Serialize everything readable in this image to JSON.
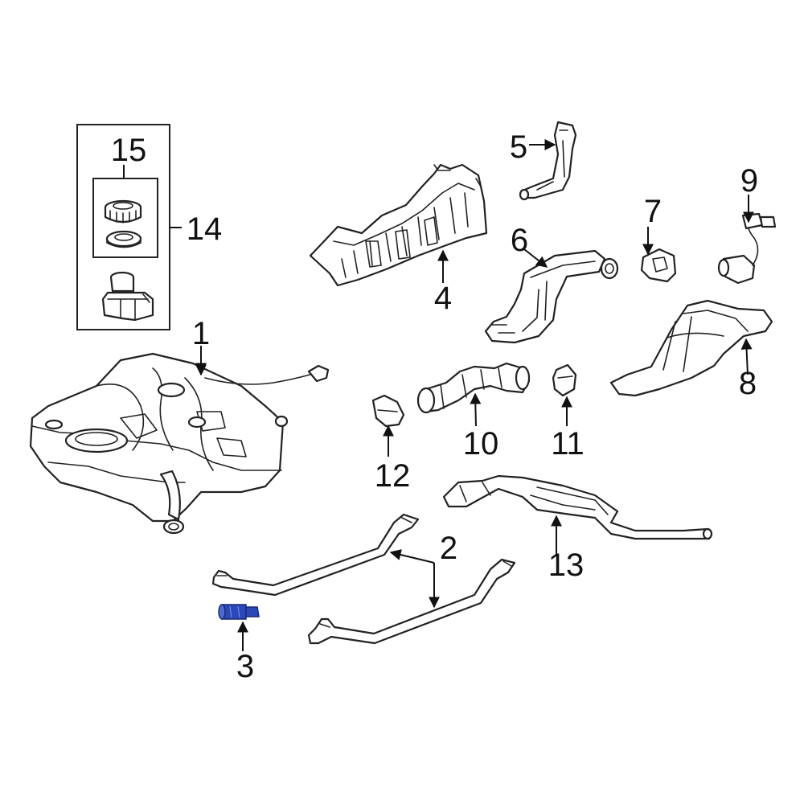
{
  "callouts": {
    "c1": "1",
    "c2": "2",
    "c3": "3",
    "c4": "4",
    "c5": "5",
    "c6": "6",
    "c7": "7",
    "c8": "8",
    "c9": "9",
    "c10": "10",
    "c11": "11",
    "c12": "12",
    "c13": "13",
    "c14": "14",
    "c15": "15"
  },
  "colors": {
    "line": "#222222",
    "highlight_part": "#2b47b8",
    "highlight_part_light": "#4d6ad8",
    "background": "#ffffff"
  }
}
